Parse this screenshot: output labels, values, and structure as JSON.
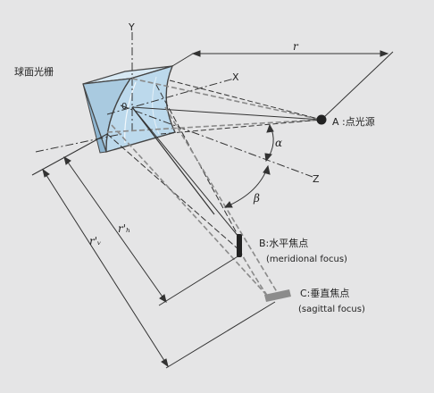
{
  "labels": {
    "grating": "球面光栅",
    "axis_y": "Y",
    "axis_x": "X",
    "axis_z": "Z",
    "origin": "0",
    "r": "r",
    "alpha": "α",
    "beta": "β",
    "rh": "r'ₕ",
    "rv": "r'ᵥ",
    "source": "A :点光源",
    "meridional_title": "B:水平焦点",
    "meridional_sub": "(meridional focus)",
    "sagittal_title": "C:垂直焦点",
    "sagittal_sub": "(sagittal focus)"
  },
  "colors": {
    "background": "#e5e5e6",
    "line": "#333333",
    "dashed_gray": "#8a8a8a",
    "grating_face": "#bcd9ec",
    "grating_edge": "#8fb6d1",
    "focus_dark": "#222222",
    "focus_gray": "#8c8c8c"
  }
}
